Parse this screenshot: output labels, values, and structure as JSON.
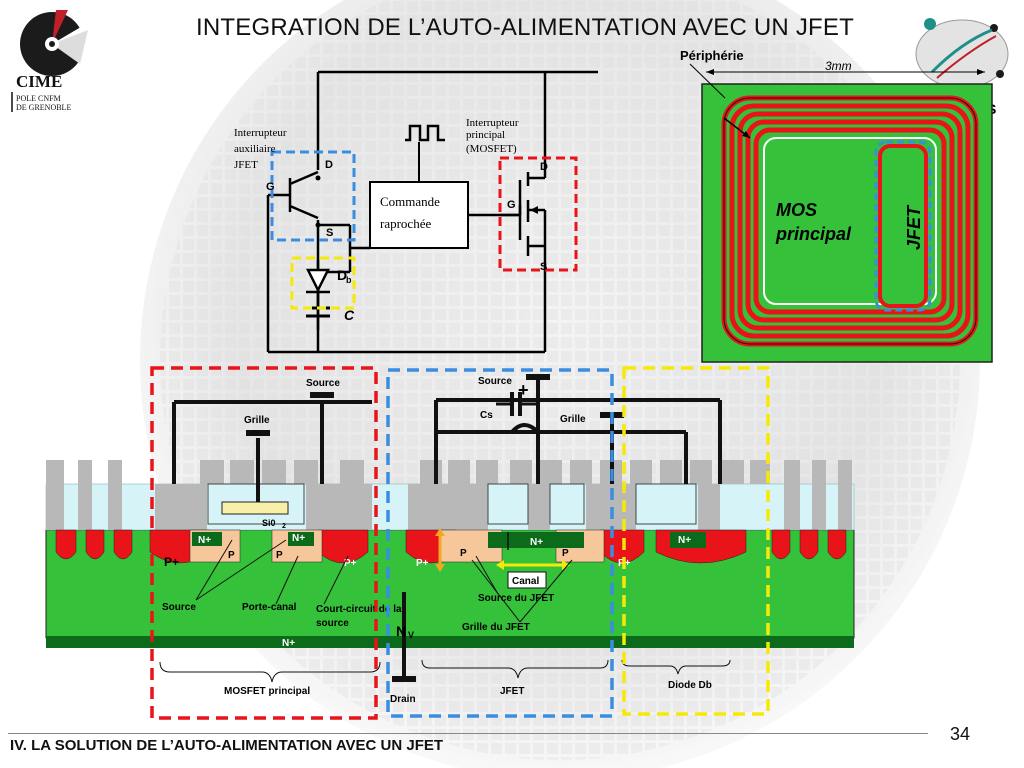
{
  "slide": {
    "title": "INTEGRATION DE L’AUTO-ALIMENTATION AVEC UN JFET",
    "footer": "IV. LA SOLUTION DE L’AUTO-ALIMENTATION AVEC UN JFET",
    "page_number": "34"
  },
  "logo": {
    "name": "CIME",
    "line1": "POLE CNFM",
    "line2": "DE GRENOBLE"
  },
  "circuit": {
    "aux_switch": "Interrupteur auxiliaire JFET",
    "aux_lines": [
      "Interrupteur",
      "auxiliaire",
      "JFET"
    ],
    "main_lines": [
      "Interrupteur",
      "principal",
      "(MOSFET)"
    ],
    "command_lines": [
      "Commande",
      "raprochée"
    ],
    "pins": {
      "d": "D",
      "g": "G",
      "s": "S"
    },
    "diode_label": "D",
    "diode_sub": "b",
    "cap_label": "C"
  },
  "layout_view": {
    "periphery": "Périphérie",
    "dimension": "3mm",
    "mos_lines": [
      "MOS",
      "principal"
    ],
    "jfet": "JFET",
    "edge_letter": "S"
  },
  "cross_section": {
    "source": "Source",
    "grille": "Grille",
    "cs": "Cs",
    "plus": "+",
    "sio2": "Si0",
    "sio2_sub": "2",
    "nplus": "N+",
    "p": "P",
    "pplus": "P+",
    "canal": "Canal",
    "source_jfet": "Source du JFET",
    "grille_jfet": "Grille du JFET",
    "porte_canal": "Porte-canal",
    "court_circuit_lines": [
      "Court-circuit de la",
      "source"
    ],
    "nv": "N",
    "nv_sub": "V",
    "drain": "Drain",
    "mosfet_principal": "MOSFET principal",
    "jfet": "JFET",
    "diode_db": "Diode Db"
  },
  "colors": {
    "green": "#35c23a",
    "dark_green": "#0b6b1a",
    "red": "#e8141a",
    "peach": "#f6c79a",
    "cyan": "#d6f4f8",
    "gray": "#b8b8b8",
    "red_dash": "#e8141a",
    "blue_dash": "#3a8de0",
    "yellow_dash": "#f5e90a"
  }
}
